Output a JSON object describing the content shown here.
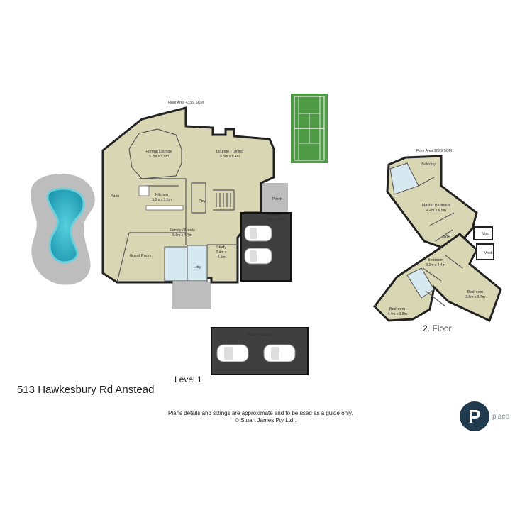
{
  "level1": {
    "floor_area": "Floor Area 433.9 SQM",
    "caption": "Level 1",
    "rooms": {
      "formal_lounge_name": "Formal Lounge",
      "formal_lounge_size": "5.2m x 5.0m",
      "lounge_dining_name": "Lounge / Dining",
      "lounge_dining_size": "6.5m x 8.4m",
      "patio": "Patio",
      "kitchen_name": "Kitchen",
      "kitchen_size": "5.0m x 3.5m",
      "pantry": "Ptry",
      "porch": "Porch",
      "garage_name": "Garage",
      "garage_size": "5.6m x 7.0m",
      "family_name": "Family / Meals",
      "family_size": "5.8m x 4.4m",
      "guest_room": "Guest Room",
      "study_name": "Study",
      "study_size_a": "2.4m x",
      "study_size_b": "4.5m",
      "laundry": "Ldry",
      "carport": "Double Carport"
    }
  },
  "level2": {
    "floor_area": "Floor Area 129.9 SQM",
    "caption": "2. Floor",
    "rooms": {
      "balcony": "Balcony",
      "master_name": "Master Bedroom",
      "master_size": "4.4m x 6.5m",
      "wir": "WIR",
      "void_top": "Void",
      "void_bottom": "Void",
      "bed1_name": "Bedroom",
      "bed1_size": "3.2m x 4.4m",
      "bed2_name": "Bedroom",
      "bed2_size": "3.8m x 3.7m",
      "bed3_name": "Bedroom",
      "bed3_size": "4.4m x 3.8m"
    }
  },
  "address": "513 Hawkesbury Rd Anstead",
  "disclaimer_line1": "Plans details and sizings are approximate and to be used as a guide only.",
  "disclaimer_line2": "© Stuart James Pty Ltd .",
  "brand": {
    "text": "place",
    "icon": "P"
  },
  "colors": {
    "floor": "#d9d6b4",
    "pool": "#33b5c9",
    "grass": "#4f9a45",
    "wet_area": "#d6e8f0",
    "garage": "#3f3f3f",
    "brand": "#1f3b4d"
  }
}
